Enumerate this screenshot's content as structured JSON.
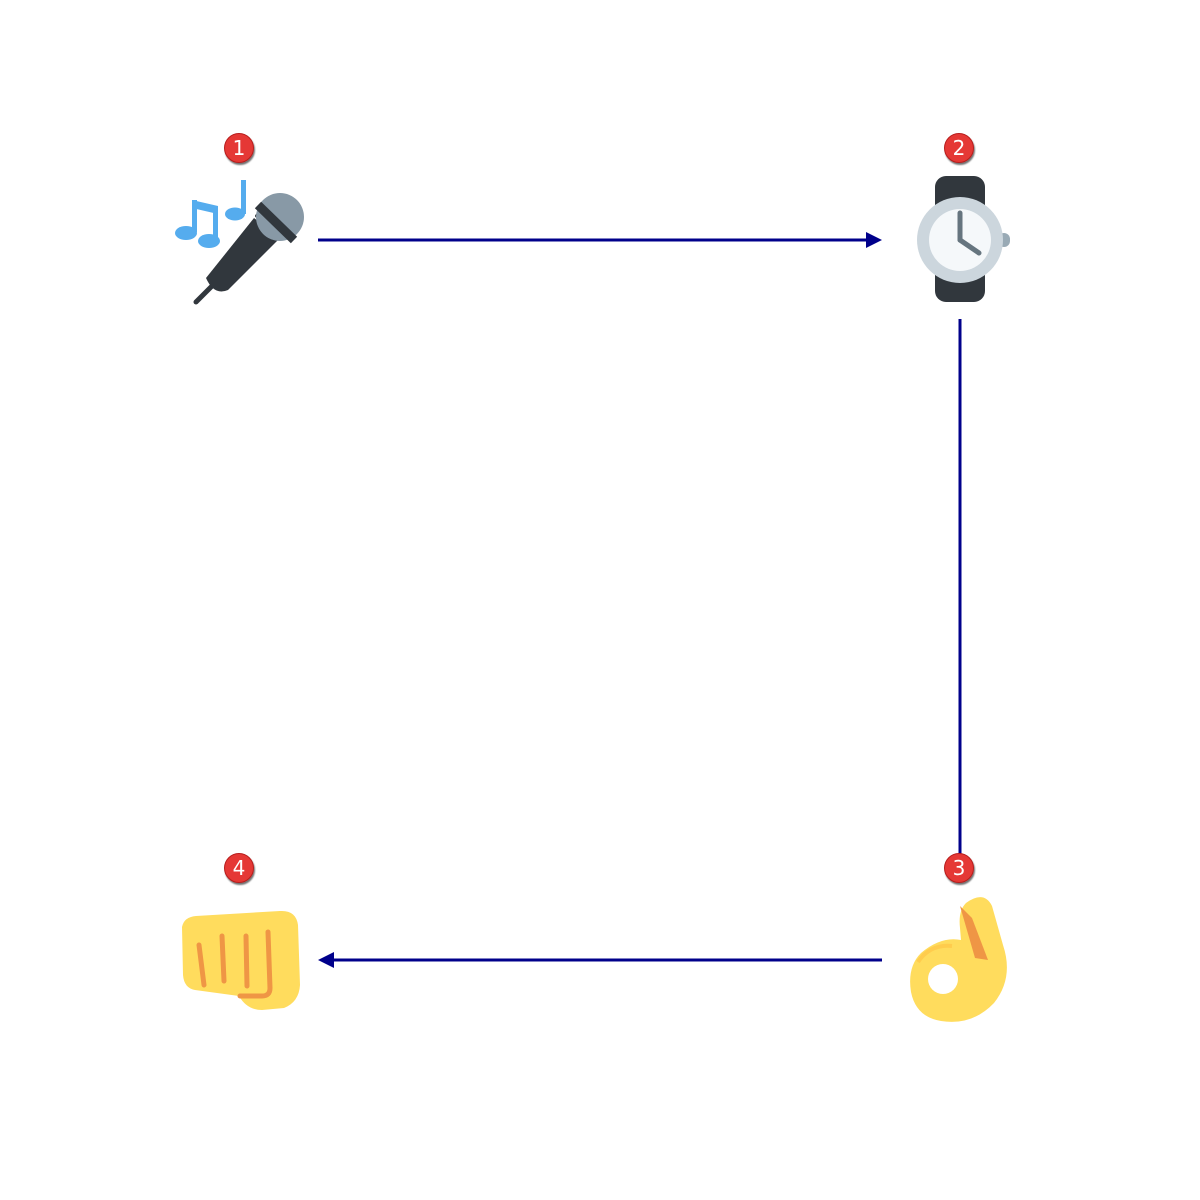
{
  "colors": {
    "connector": "#00008b",
    "badge_fill": "#e53935",
    "badge_text": "#ffffff"
  },
  "steps": [
    {
      "number": "1",
      "icon": "microphone-with-music-notes-icon"
    },
    {
      "number": "2",
      "icon": "wristwatch-icon"
    },
    {
      "number": "3",
      "icon": "ok-hand-icon"
    },
    {
      "number": "4",
      "icon": "oncoming-fist-icon"
    }
  ],
  "connections": [
    {
      "from": "1",
      "to": "2",
      "arrowhead": true
    },
    {
      "from": "2",
      "to": "3",
      "arrowhead": false
    },
    {
      "from": "3",
      "to": "4",
      "arrowhead": true
    }
  ]
}
